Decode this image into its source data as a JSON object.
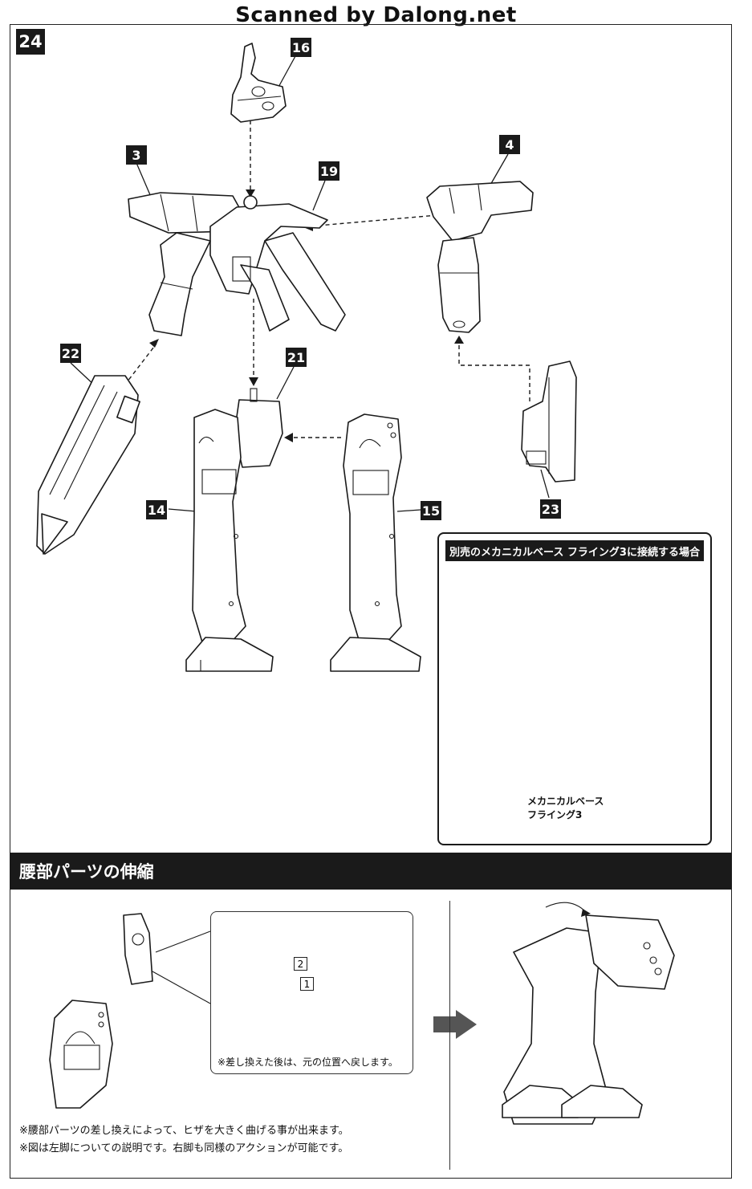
{
  "watermark": "Scanned by Dalong.net",
  "step": "24",
  "part_labels": {
    "p16": "16",
    "p3": "3",
    "p19": "19",
    "p4": "4",
    "p22": "22",
    "p21": "21",
    "p14": "14",
    "p15": "15",
    "p23": "23"
  },
  "inset": {
    "title": "別売のメカニカルベース フライング3に接続する場合",
    "caption": "メカニカルベース\nフライング3"
  },
  "section": {
    "title": "腰部パーツの伸縮",
    "detail_note": "※差し換えた後は、元の位置へ戻します。",
    "step_numbers": [
      "2",
      "1"
    ],
    "notes": [
      "※腰部パーツの差し換えによって、ヒザを大きく曲げる事が出来ます。",
      "※図は左脚についての説明です。右脚も同様のアクションが可能です。"
    ]
  }
}
